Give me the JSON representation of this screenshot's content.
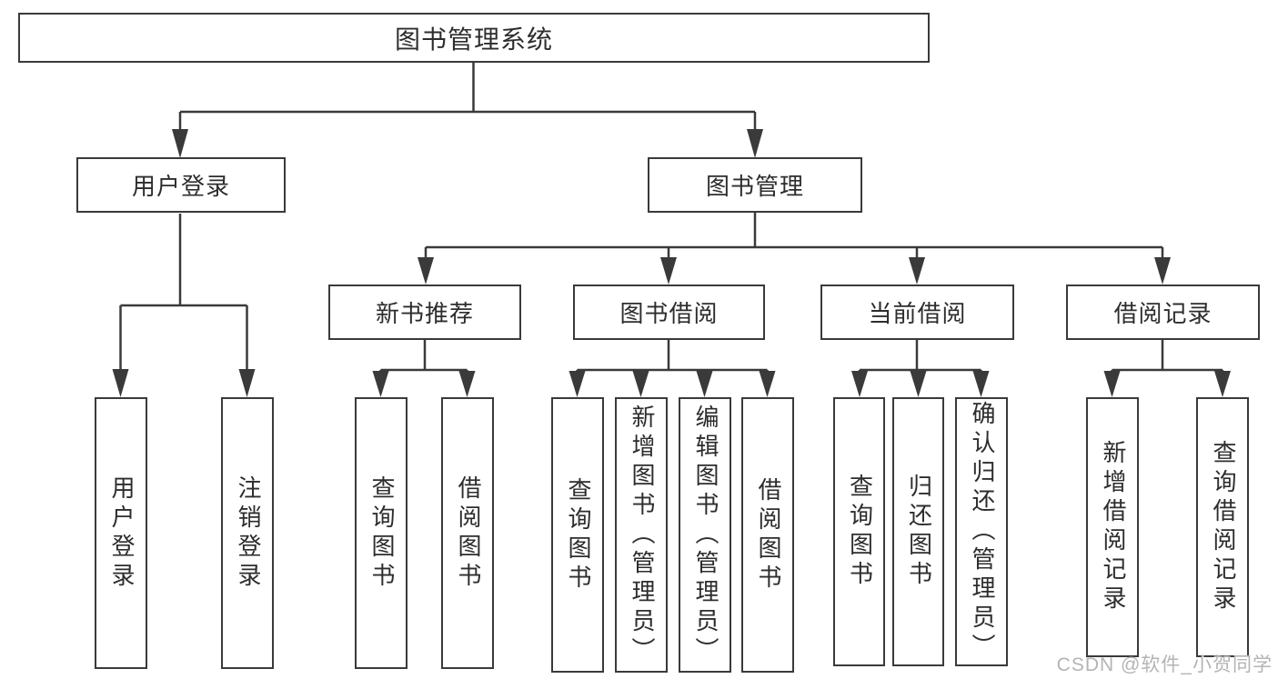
{
  "diagram": {
    "root": {
      "label": "图书管理系统"
    },
    "branches": [
      {
        "label": "用户登录",
        "children": [
          {
            "label": "用户登录"
          },
          {
            "label": "注销登录"
          }
        ]
      },
      {
        "label": "图书管理",
        "children": [
          {
            "label": "新书推荐",
            "children": [
              {
                "label": "查询图书"
              },
              {
                "label": "借阅图书"
              }
            ]
          },
          {
            "label": "图书借阅",
            "children": [
              {
                "label": "查询图书"
              },
              {
                "label": "新增图书（管理员）"
              },
              {
                "label": "编辑图书（管理员）"
              },
              {
                "label": "借阅图书"
              }
            ]
          },
          {
            "label": "当前借阅",
            "children": [
              {
                "label": "查询图书"
              },
              {
                "label": "归还图书"
              },
              {
                "label": "确认归还（管理员）"
              }
            ]
          },
          {
            "label": "借阅记录",
            "children": [
              {
                "label": "新增借阅记录"
              },
              {
                "label": "查询借阅记录"
              }
            ]
          }
        ]
      }
    ],
    "watermark": {
      "text": "CSDN @软件_小贺同学"
    },
    "colors": {
      "line": "#3a3a3a",
      "box_border": "#3a3a3a",
      "text": "#2d2d2d",
      "watermark": "#b4b4b4",
      "background": "#ffffff"
    }
  }
}
